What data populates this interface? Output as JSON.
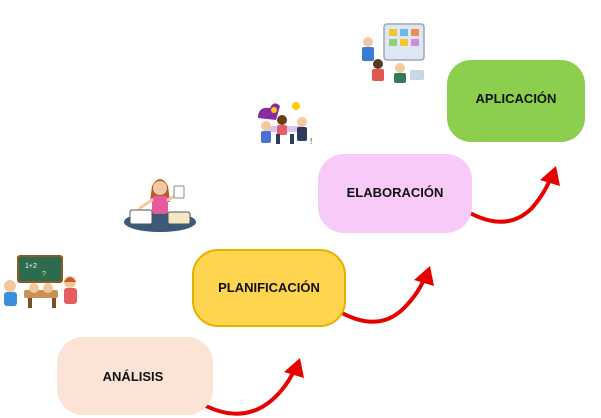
{
  "steps": [
    {
      "label": "ANÁLISIS",
      "color": "#fbe4d6"
    },
    {
      "label": "PLANIFICACIÓN",
      "color": "#ffd44f"
    },
    {
      "label": "ELABORACIÓN",
      "color": "#f8caf8"
    },
    {
      "label": "APLICACIÓN",
      "color": "#8ccf4f"
    }
  ],
  "arrow_color": "#e60000",
  "icons": [
    "classroom-icon",
    "teacher-icon",
    "team-meeting-icon",
    "presentation-board-icon"
  ]
}
